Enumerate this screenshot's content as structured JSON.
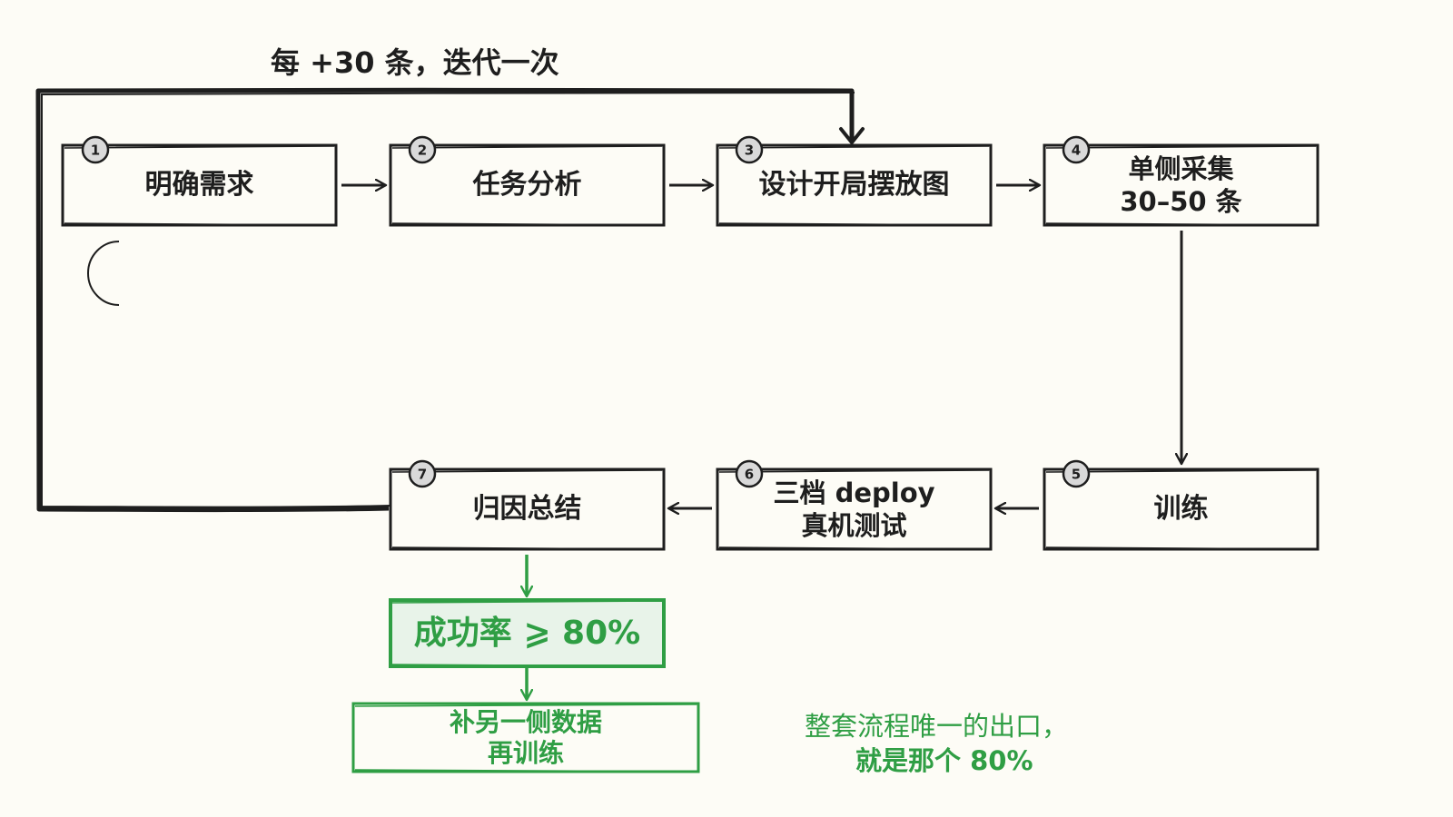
{
  "diagram": {
    "loop_label": "每 +30 条，迭代一次",
    "steps": [
      {
        "number": "1",
        "label": "明确需求"
      },
      {
        "number": "2",
        "label": "任务分析"
      },
      {
        "number": "3",
        "label": "设计开局摆放图"
      },
      {
        "number": "4",
        "label_line1": "单侧采集",
        "label_line2": "30–50 条"
      },
      {
        "number": "5",
        "label": "训练"
      },
      {
        "number": "6",
        "label_line1": "三档 deploy",
        "label_line2": "真机测试"
      },
      {
        "number": "7",
        "label": "归因总结"
      }
    ],
    "success_box": {
      "label": "成功率 ⩾ 80%"
    },
    "fallback_box": {
      "label_line1": "补另一侧数据",
      "label_line2": "再训练"
    },
    "note": {
      "line1": "整套流程唯一的出口，",
      "line2": "就是那个 80%"
    }
  },
  "colors": {
    "ink": "#1e1e1e",
    "success_green": "#2f9e44",
    "success_fill": "#e8f3e9",
    "badge_fill": "#d9d9d9",
    "background": "#fdfcf6"
  }
}
